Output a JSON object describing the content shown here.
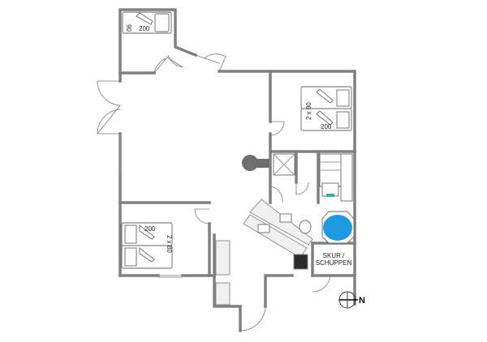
{
  "plan": {
    "top_bedroom": {
      "bed_width": "90",
      "bed_length": "200"
    },
    "right_bedroom": {
      "bed_width": "2 x 80",
      "bed_length": "200"
    },
    "left_bedroom": {
      "bed_width": "2 x 80",
      "bed_length": "200"
    },
    "shed": {
      "label_line1": "SKUR /",
      "label_line2": "SCHUPPEN"
    },
    "compass": {
      "label": "N"
    },
    "colors": {
      "wall": "#808080",
      "hot_tub": "#1e9be0",
      "stove": "#2a2a2a",
      "fireplace": "#6e6e6e"
    }
  }
}
